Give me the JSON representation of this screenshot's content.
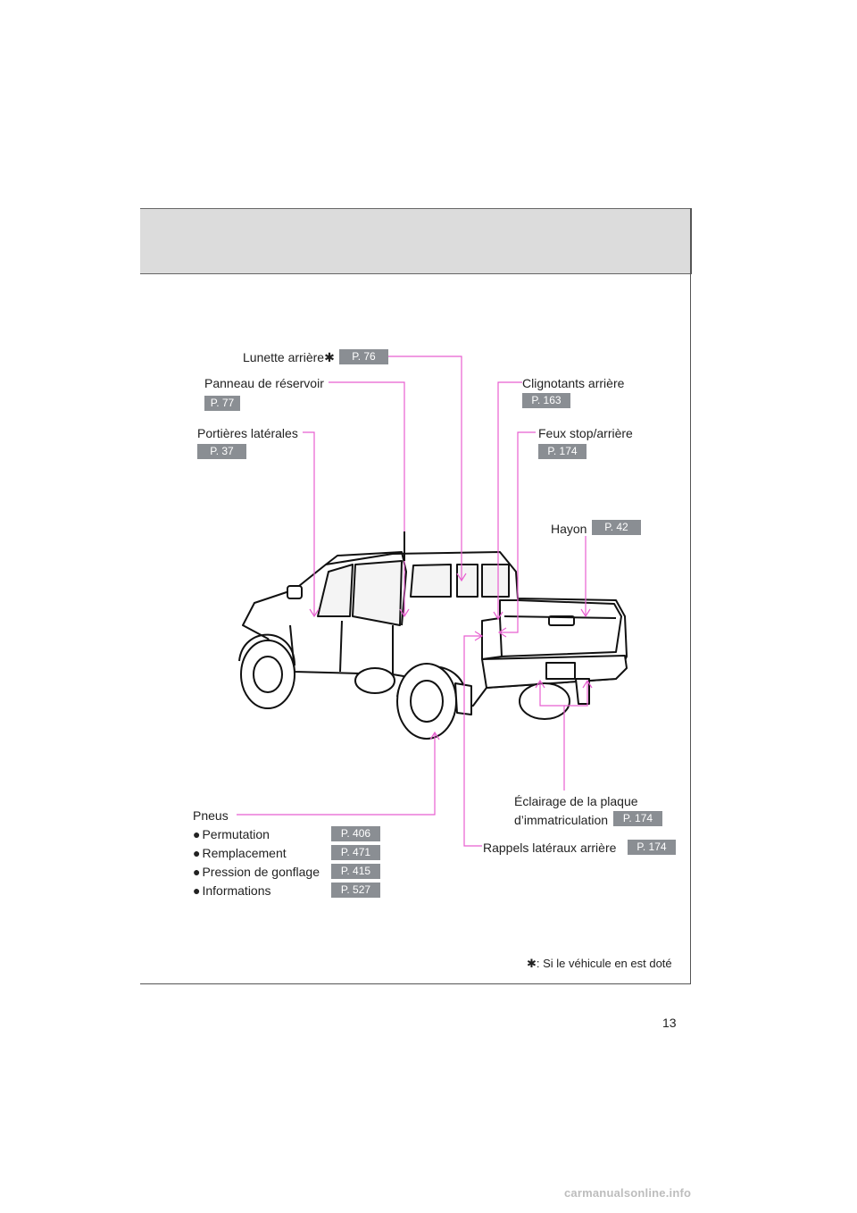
{
  "header": {
    "title": ""
  },
  "labels": {
    "lunette": {
      "text": "Lunette arrière",
      "page": "P. 76"
    },
    "panneau": {
      "text": "Panneau de réservoir",
      "page": "P. 77"
    },
    "portieres": {
      "text": "Portières latérales",
      "page": "P. 37"
    },
    "clignotants": {
      "text": "Clignotants arrière",
      "page": "P. 163"
    },
    "feux": {
      "text": "Feux stop/arrière",
      "page": "P. 174"
    },
    "hayon": {
      "text": "Hayon",
      "page": "P. 42"
    },
    "eclairage": {
      "line1": "Éclairage de la plaque",
      "line2": "d’immatriculation",
      "page": "P. 174"
    },
    "rappels": {
      "text": "Rappels latéraux arrière",
      "page": "P. 174"
    },
    "pneus": {
      "title": "Pneus",
      "items": [
        {
          "text": "Permutation",
          "page": "P. 406"
        },
        {
          "text": "Remplacement",
          "page": "P. 471"
        },
        {
          "text": "Pression de gonflage",
          "page": "P. 415"
        },
        {
          "text": "Informations",
          "page": "P. 527"
        }
      ]
    }
  },
  "asterisk": "✱",
  "bullet": "●",
  "footnote": "✱: Si le véhicule en est doté",
  "page_number": "13",
  "watermark": "carmanualsonline.info",
  "colors": {
    "leader": "#e85fd0",
    "page_badge": "#8a8e93",
    "header_bg": "#dcdcdc"
  }
}
